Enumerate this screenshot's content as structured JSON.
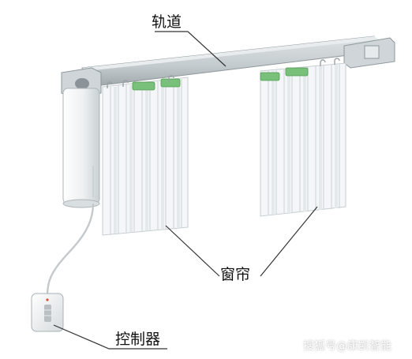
{
  "labels": {
    "track": "轨道",
    "curtain": "窗帘",
    "controller": "控制器"
  },
  "watermark": "搜狐号@康凯智能",
  "colors": {
    "rail": "#c9cfd1",
    "rail_shadow": "#9aa3a6",
    "motor": "#f2f4f5",
    "curtain": "#f4f6f7",
    "curtain_shade": "#dde3e5",
    "glider": "#79c07a",
    "leader_line": "#333333"
  }
}
